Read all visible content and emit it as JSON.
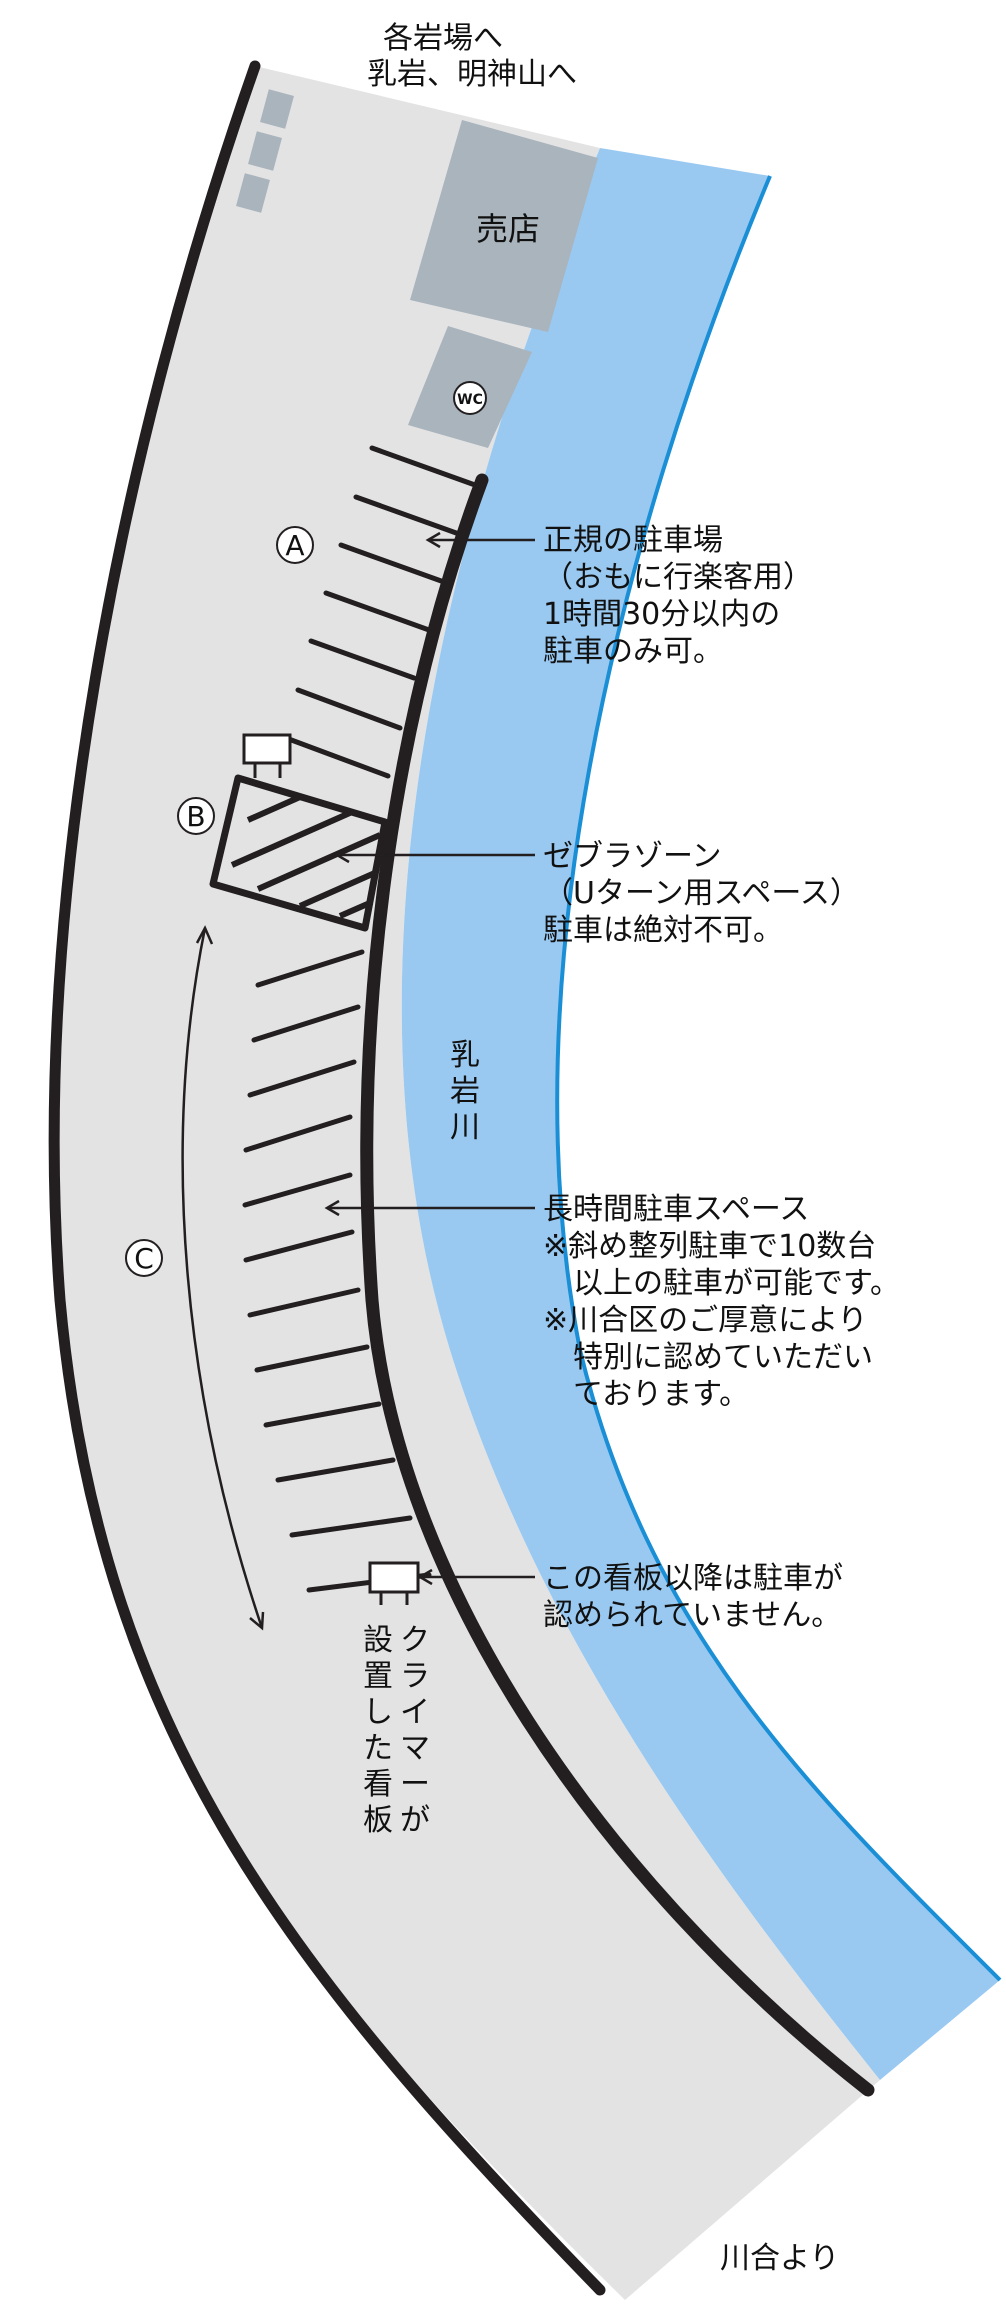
{
  "colors": {
    "road": "#e3e3e3",
    "river": "#99c9f1",
    "river_edge": "#1a8fd6",
    "building": "#a9b4bd",
    "line": "#231f20",
    "background": "#ffffff"
  },
  "top_destination": {
    "line1": "各岩場へ",
    "line2": "乳岩、明神山へ"
  },
  "bottom_origin": "川合より",
  "buildings": {
    "shop": "売店",
    "toilet": "WC"
  },
  "river_name": [
    "乳",
    "岩",
    "川"
  ],
  "zones": {
    "a": "A",
    "b": "B",
    "c": "C"
  },
  "notes": {
    "regular_parking": [
      "正規の駐車場",
      "（おもに行楽客用）",
      "1時間30分以内の",
      "駐車のみ可。"
    ],
    "zebra_zone": [
      "ゼブラゾーン",
      "（Uターン用スペース）",
      "駐車は絶対不可。"
    ],
    "long_term": [
      "長時間駐車スペース",
      "※斜め整列駐車で10数台",
      "　以上の駐車が可能です。",
      "※川合区のご厚意により",
      "　特別に認めていただい",
      "　ております。"
    ],
    "sign_limit": [
      "この看板以降は駐車が",
      "認められていません。"
    ]
  },
  "sign_caption": {
    "col1": [
      "ク",
      "ラ",
      "イ",
      "マ",
      "ー",
      "が"
    ],
    "col2": [
      "設",
      "置",
      "し",
      "た",
      "看",
      "板"
    ]
  }
}
